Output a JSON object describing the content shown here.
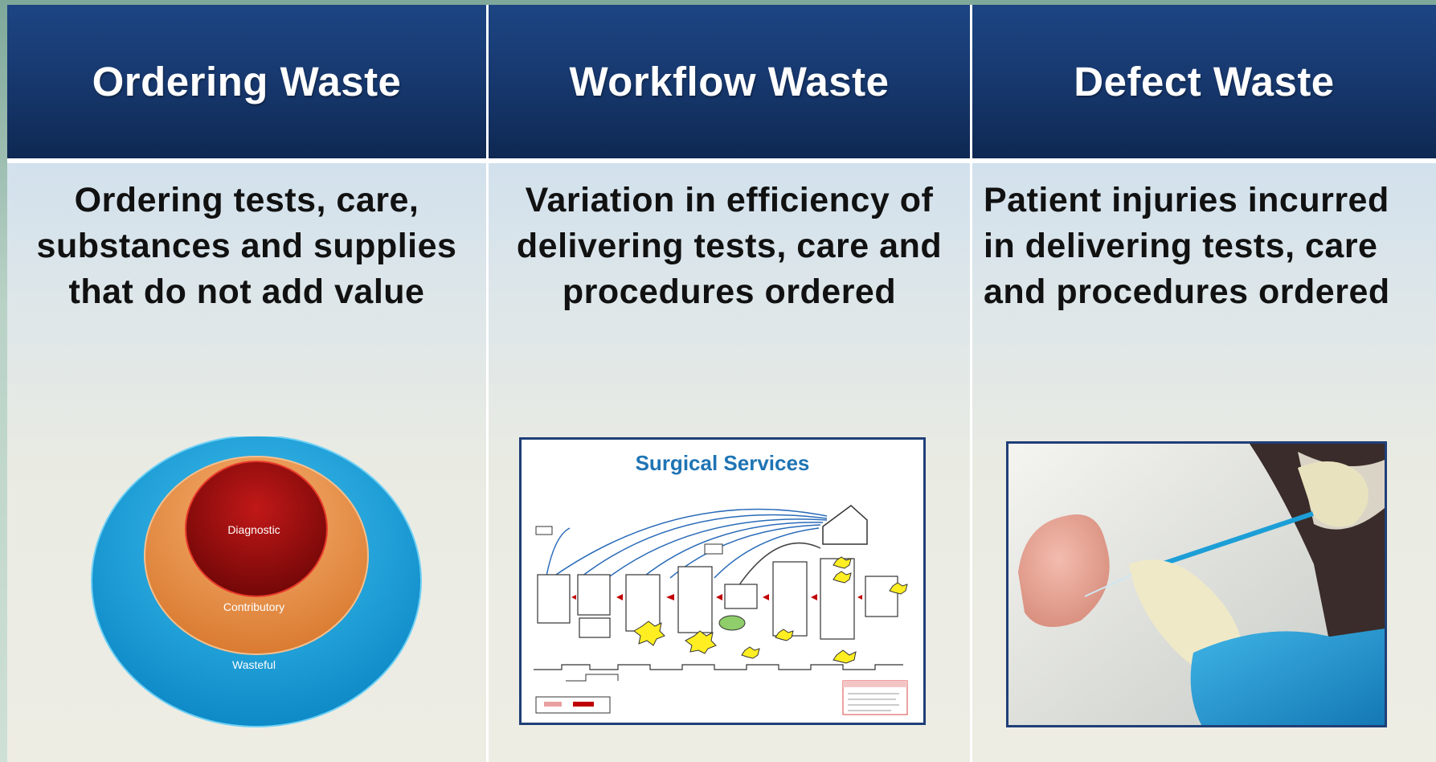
{
  "columns": [
    {
      "title": "Ordering Waste",
      "description": "Ordering tests, care, substances and supplies that do not add value",
      "diagram": {
        "type": "nested-circles",
        "rings": [
          {
            "label": "Wasteful",
            "color": "#0a9ad6"
          },
          {
            "label": "Contributory",
            "color": "#e98a3d"
          },
          {
            "label": "Diagnostic",
            "color": "#8e0a0a"
          }
        ]
      }
    },
    {
      "title": "Workflow Waste",
      "description": "Variation in efficiency of delivering tests, care and procedures ordered",
      "image": {
        "title": "Surgical Services"
      }
    },
    {
      "title": "Defect Waste",
      "description_lines": [
        "Patient injuries incurred",
        "in delivering tests, care",
        "and procedures ordered"
      ]
    }
  ],
  "colors": {
    "header": "#17386e",
    "header_text": "#ffffff",
    "frame": "#1f3f78",
    "map_title": "#1f74b4"
  }
}
